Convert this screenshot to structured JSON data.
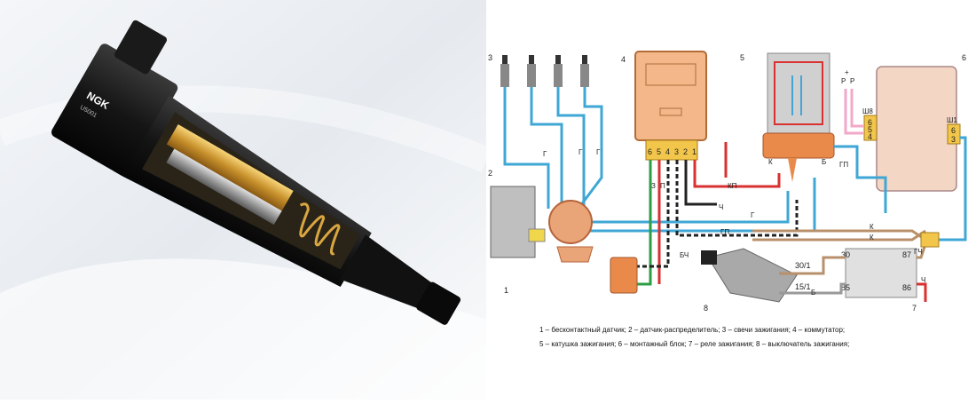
{
  "illustration": {
    "brand": "NGK",
    "part_number": "U5001"
  },
  "diagram": {
    "callouts": [
      "1",
      "2",
      "3",
      "4",
      "5",
      "6",
      "7",
      "8"
    ],
    "pin_numbers_commutator": [
      "6",
      "5",
      "4",
      "3",
      "2",
      "1"
    ],
    "wire_labels": {
      "g": "Г",
      "p": "П",
      "z": "З",
      "bch": "БЧ",
      "kp": "КП",
      "ch": "Ч",
      "gp": "ГП",
      "k": "К",
      "b": "Б",
      "gch": "ГЧ",
      "r": "Р",
      "plus": "+"
    },
    "connector_labels": {
      "sh8": "Ш8",
      "sh1": "Ш1",
      "pins_sh8": [
        "6",
        "5",
        "4"
      ],
      "pins_sh1": [
        "6",
        "3"
      ]
    },
    "coil_terminal": "К",
    "coil_terminal_b": "Б",
    "relay_pins": [
      "30",
      "87",
      "85",
      "86"
    ],
    "switch_pins": [
      "30/1",
      "15/1"
    ],
    "legend": [
      "1 – бесконтактный датчик; 2 – датчик-распределитель; 3 – свечи зажигания; 4 – коммутатор;",
      "5 – катушка зажигания; 6 – монтажный блок; 7 – реле зажигания; 8 – выключатель зажигания;"
    ]
  }
}
